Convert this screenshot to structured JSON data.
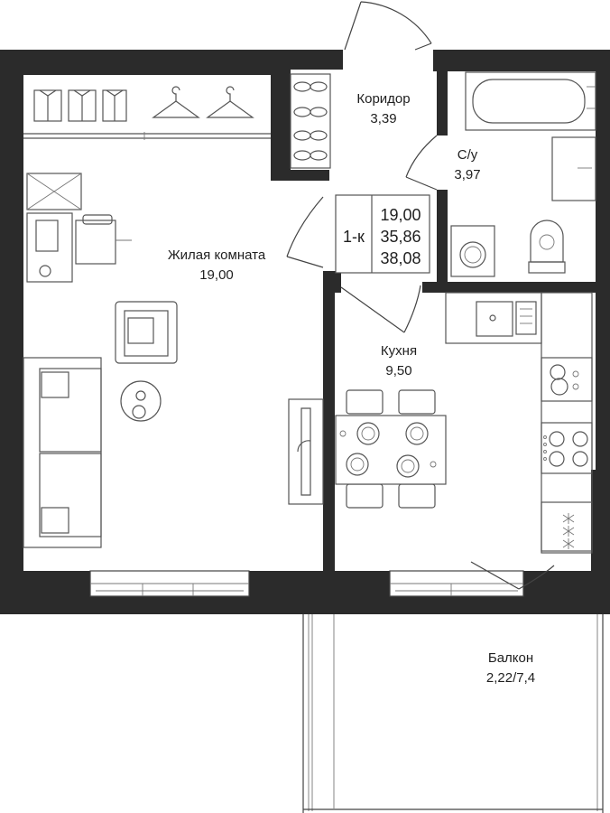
{
  "rooms": {
    "living": {
      "name": "Жилая комната",
      "area": "19,00"
    },
    "corridor": {
      "name": "Коридор",
      "area": "3,39"
    },
    "bathroom": {
      "name": "С/у",
      "area": "3,97"
    },
    "kitchen": {
      "name": "Кухня",
      "area": "9,50"
    },
    "balcony": {
      "name": "Балкон",
      "area": "2,22/7,4"
    }
  },
  "summary": {
    "type": "1-к",
    "living_area": "19,00",
    "total_area": "35,86",
    "total_with_balcony": "38,08"
  },
  "colors": {
    "wall": "#2b2b2b",
    "background": "#ffffff",
    "lines": "#555555"
  }
}
